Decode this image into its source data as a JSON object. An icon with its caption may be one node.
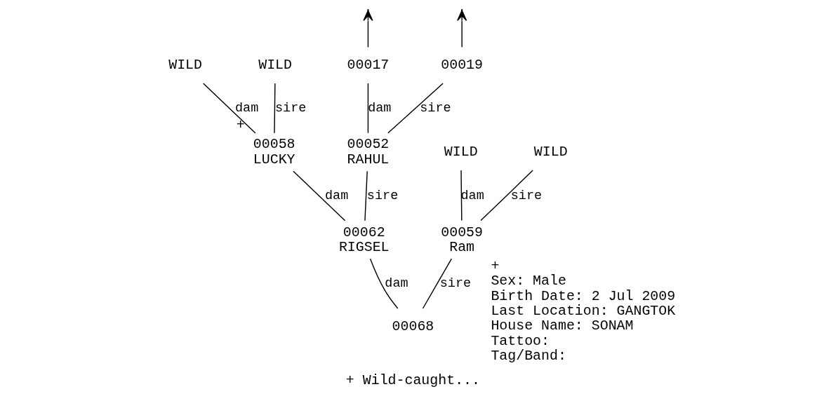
{
  "diagram": {
    "nodes": [
      {
        "text": [
          "WILD"
        ]
      },
      {
        "text": [
          "WILD"
        ]
      },
      {
        "text": [
          "00017"
        ]
      },
      {
        "text": [
          "00019"
        ]
      },
      {
        "text": [
          "00058",
          "LUCKY"
        ],
        "beside": [
          "+"
        ]
      },
      {
        "text": [
          "00052",
          "RAHUL"
        ]
      },
      {
        "text": [
          "00062",
          "RIGSEL"
        ]
      },
      {
        "text": [
          "WILD"
        ]
      },
      {
        "text": [
          "WILD"
        ]
      },
      {
        "text": [
          "00059",
          "Ram"
        ],
        "beside": [
          "+",
          "Sex: Male",
          "Birth Date: 2 Jul 2009",
          "Last Location: GANGTOK",
          "House Name: SONAM",
          "Tattoo:",
          "Tag/Band:"
        ]
      },
      {
        "text": [
          "00068"
        ]
      }
    ],
    "edges": [
      {
        "from": 2,
        "to": null,
        "arrow": "to"
      },
      {
        "from": 3,
        "to": null,
        "arrow": "to"
      },
      {
        "from": 0,
        "to": 4,
        "label": "dam",
        "arrow": "none"
      },
      {
        "from": 1,
        "to": 4,
        "label": "sire",
        "arrow": "none"
      },
      {
        "from": 2,
        "to": 5,
        "label": "dam",
        "arrow": "none"
      },
      {
        "from": 3,
        "to": 5,
        "label": "sire",
        "arrow": "none"
      },
      {
        "from": 4,
        "to": 6,
        "label": "dam",
        "arrow": "none"
      },
      {
        "from": 5,
        "to": 6,
        "label": "sire",
        "arrow": "none"
      },
      {
        "from": 7,
        "to": 9,
        "label": "dam",
        "arrow": "none"
      },
      {
        "from": 8,
        "to": 9,
        "label": "sire",
        "arrow": "none"
      },
      {
        "from": 6,
        "to": 10,
        "label": "dam",
        "arrow": "none"
      },
      {
        "from": 9,
        "to": 10,
        "label": "sire",
        "arrow": "none"
      }
    ],
    "labels": [
      "+ Wild-caught..."
    ]
  }
}
